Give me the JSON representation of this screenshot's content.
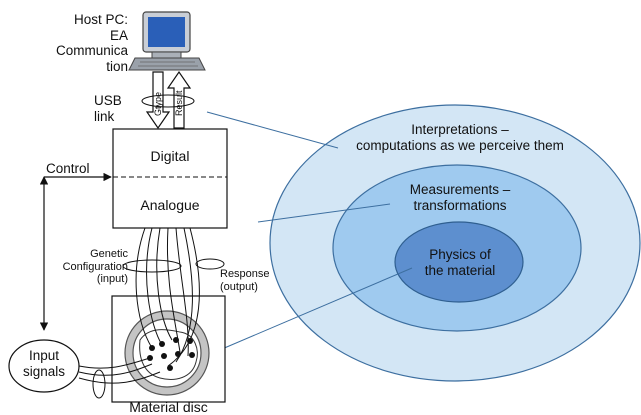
{
  "host": {
    "line1": "Host PC:",
    "line2": "EA",
    "line3": "Communica",
    "line4": "tion"
  },
  "usb": {
    "line1": "USB",
    "line2": "link",
    "down_label": "Gtype",
    "up_label": "Result"
  },
  "control_label": "Control",
  "box": {
    "digital": "Digital",
    "analogue": "Analogue"
  },
  "genetic": {
    "line1": "Genetic",
    "line2": "Configuration",
    "line3": "(input)"
  },
  "response": {
    "line1": "Response",
    "line2": "(output)"
  },
  "input_signals": {
    "line1": "Input",
    "line2": "signals"
  },
  "material_disc": "Material disc",
  "layers": {
    "outer": {
      "line1": "Interpretations –",
      "line2": "computations as we perceive them"
    },
    "middle": {
      "line1": "Measurements –",
      "line2": "transformations"
    },
    "inner": {
      "line1": "Physics of",
      "line2": "the material"
    }
  },
  "colors": {
    "outer": "#d3e6f5",
    "middle": "#9fcaef",
    "inner": "#5d8fcf",
    "edge": "#3d6fa0"
  }
}
